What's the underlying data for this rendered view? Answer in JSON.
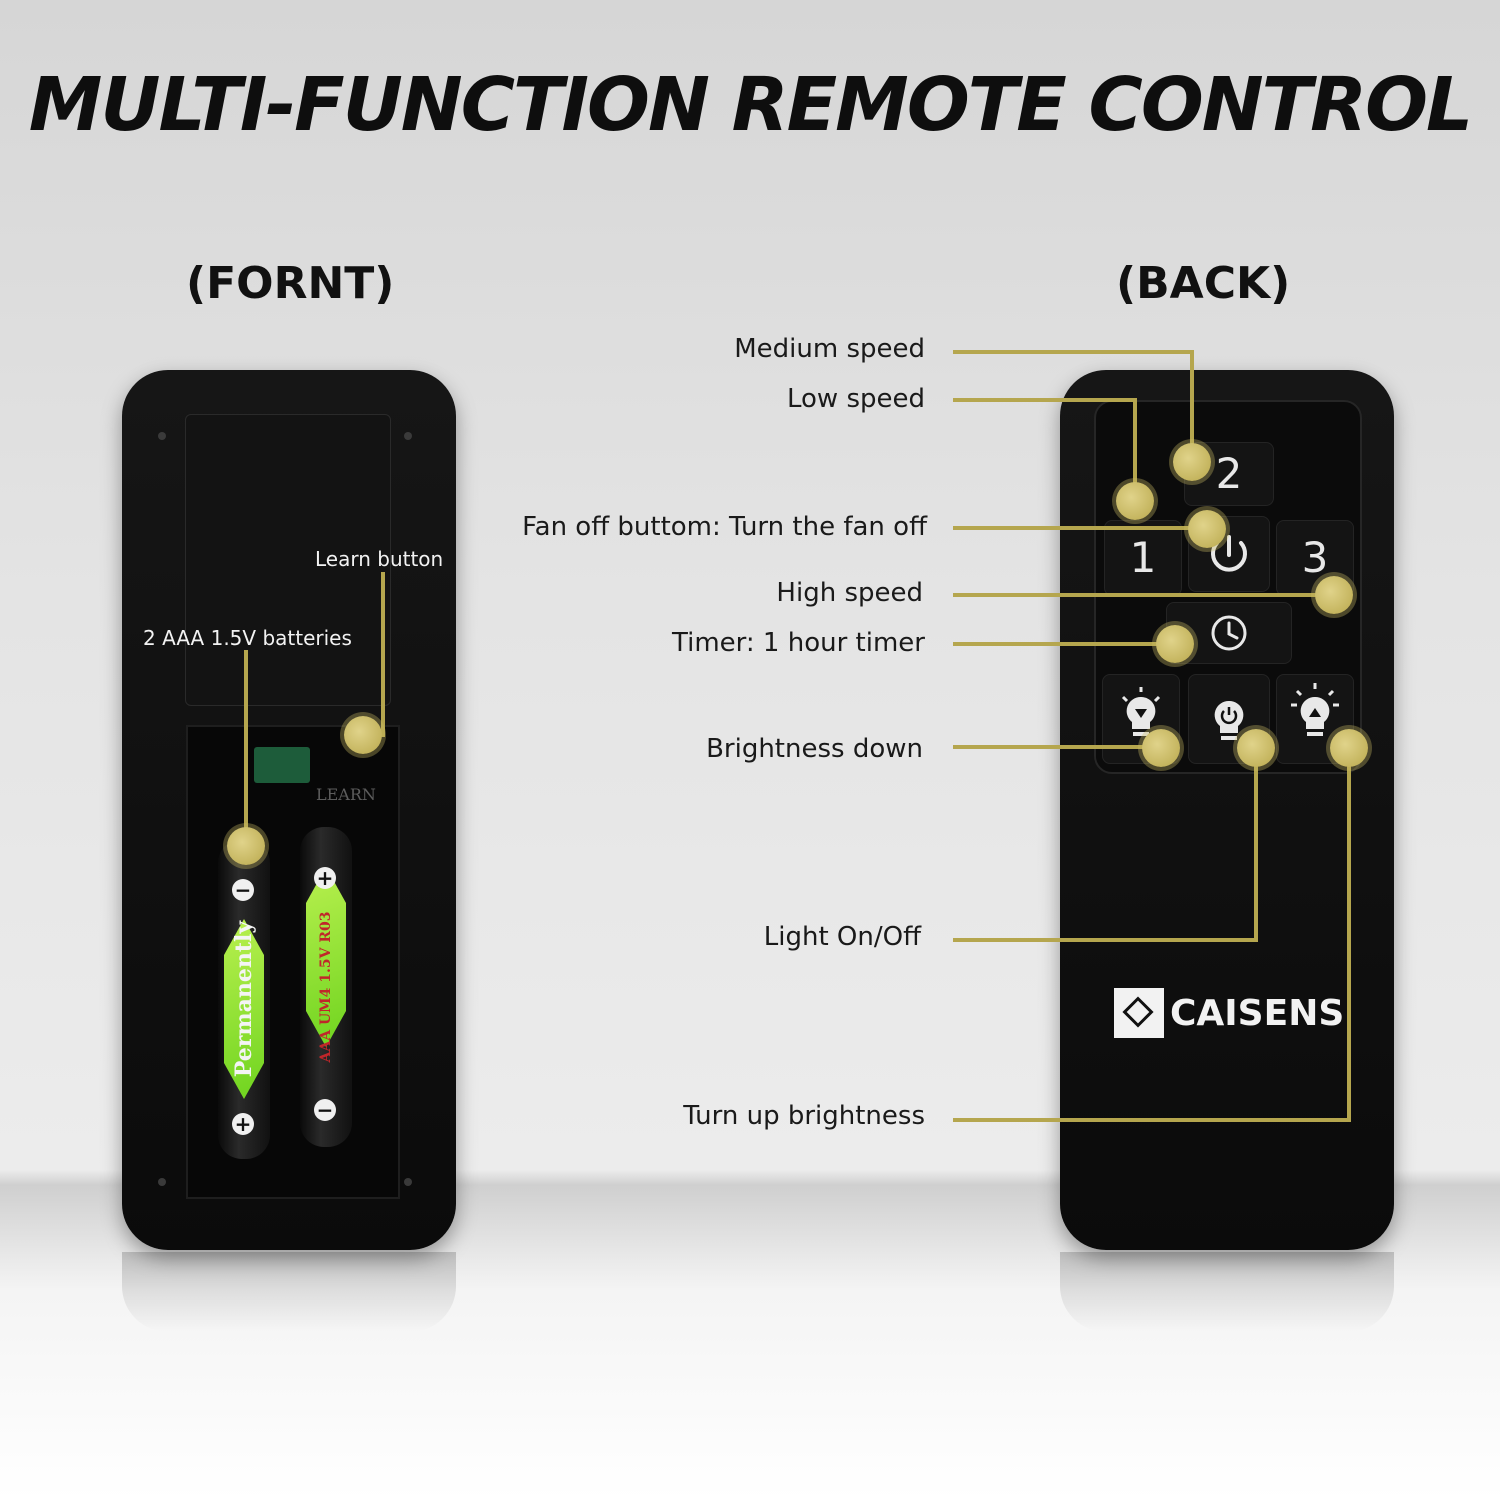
{
  "title": "MULTI-FUNCTION REMOTE CONTROL",
  "front": {
    "heading": "(FORNT)",
    "learn_button_label": "Learn button",
    "batteries_label": "2 AAA 1.5V batteries",
    "learn_print": "LEARN",
    "battery_brand": "Permanently",
    "battery_spec": "AAA UM4 1.5V R03"
  },
  "back": {
    "heading": "(BACK)",
    "labels": {
      "medium_speed": "Medium speed",
      "low_speed": "Low speed",
      "fan_off": "Fan off buttom: Turn the fan off",
      "high_speed": "High speed",
      "timer": "Timer: 1 hour timer",
      "brightness_down": "Brightness down",
      "light_on_off": "Light On/Off",
      "turn_up_brightness": "Turn up brightness"
    },
    "keys": {
      "speed_1": "1",
      "speed_2": "2",
      "speed_3": "3"
    },
    "brand": "CAISENS"
  },
  "colors": {
    "callout": "#b5a64e",
    "remote": "#111111"
  }
}
